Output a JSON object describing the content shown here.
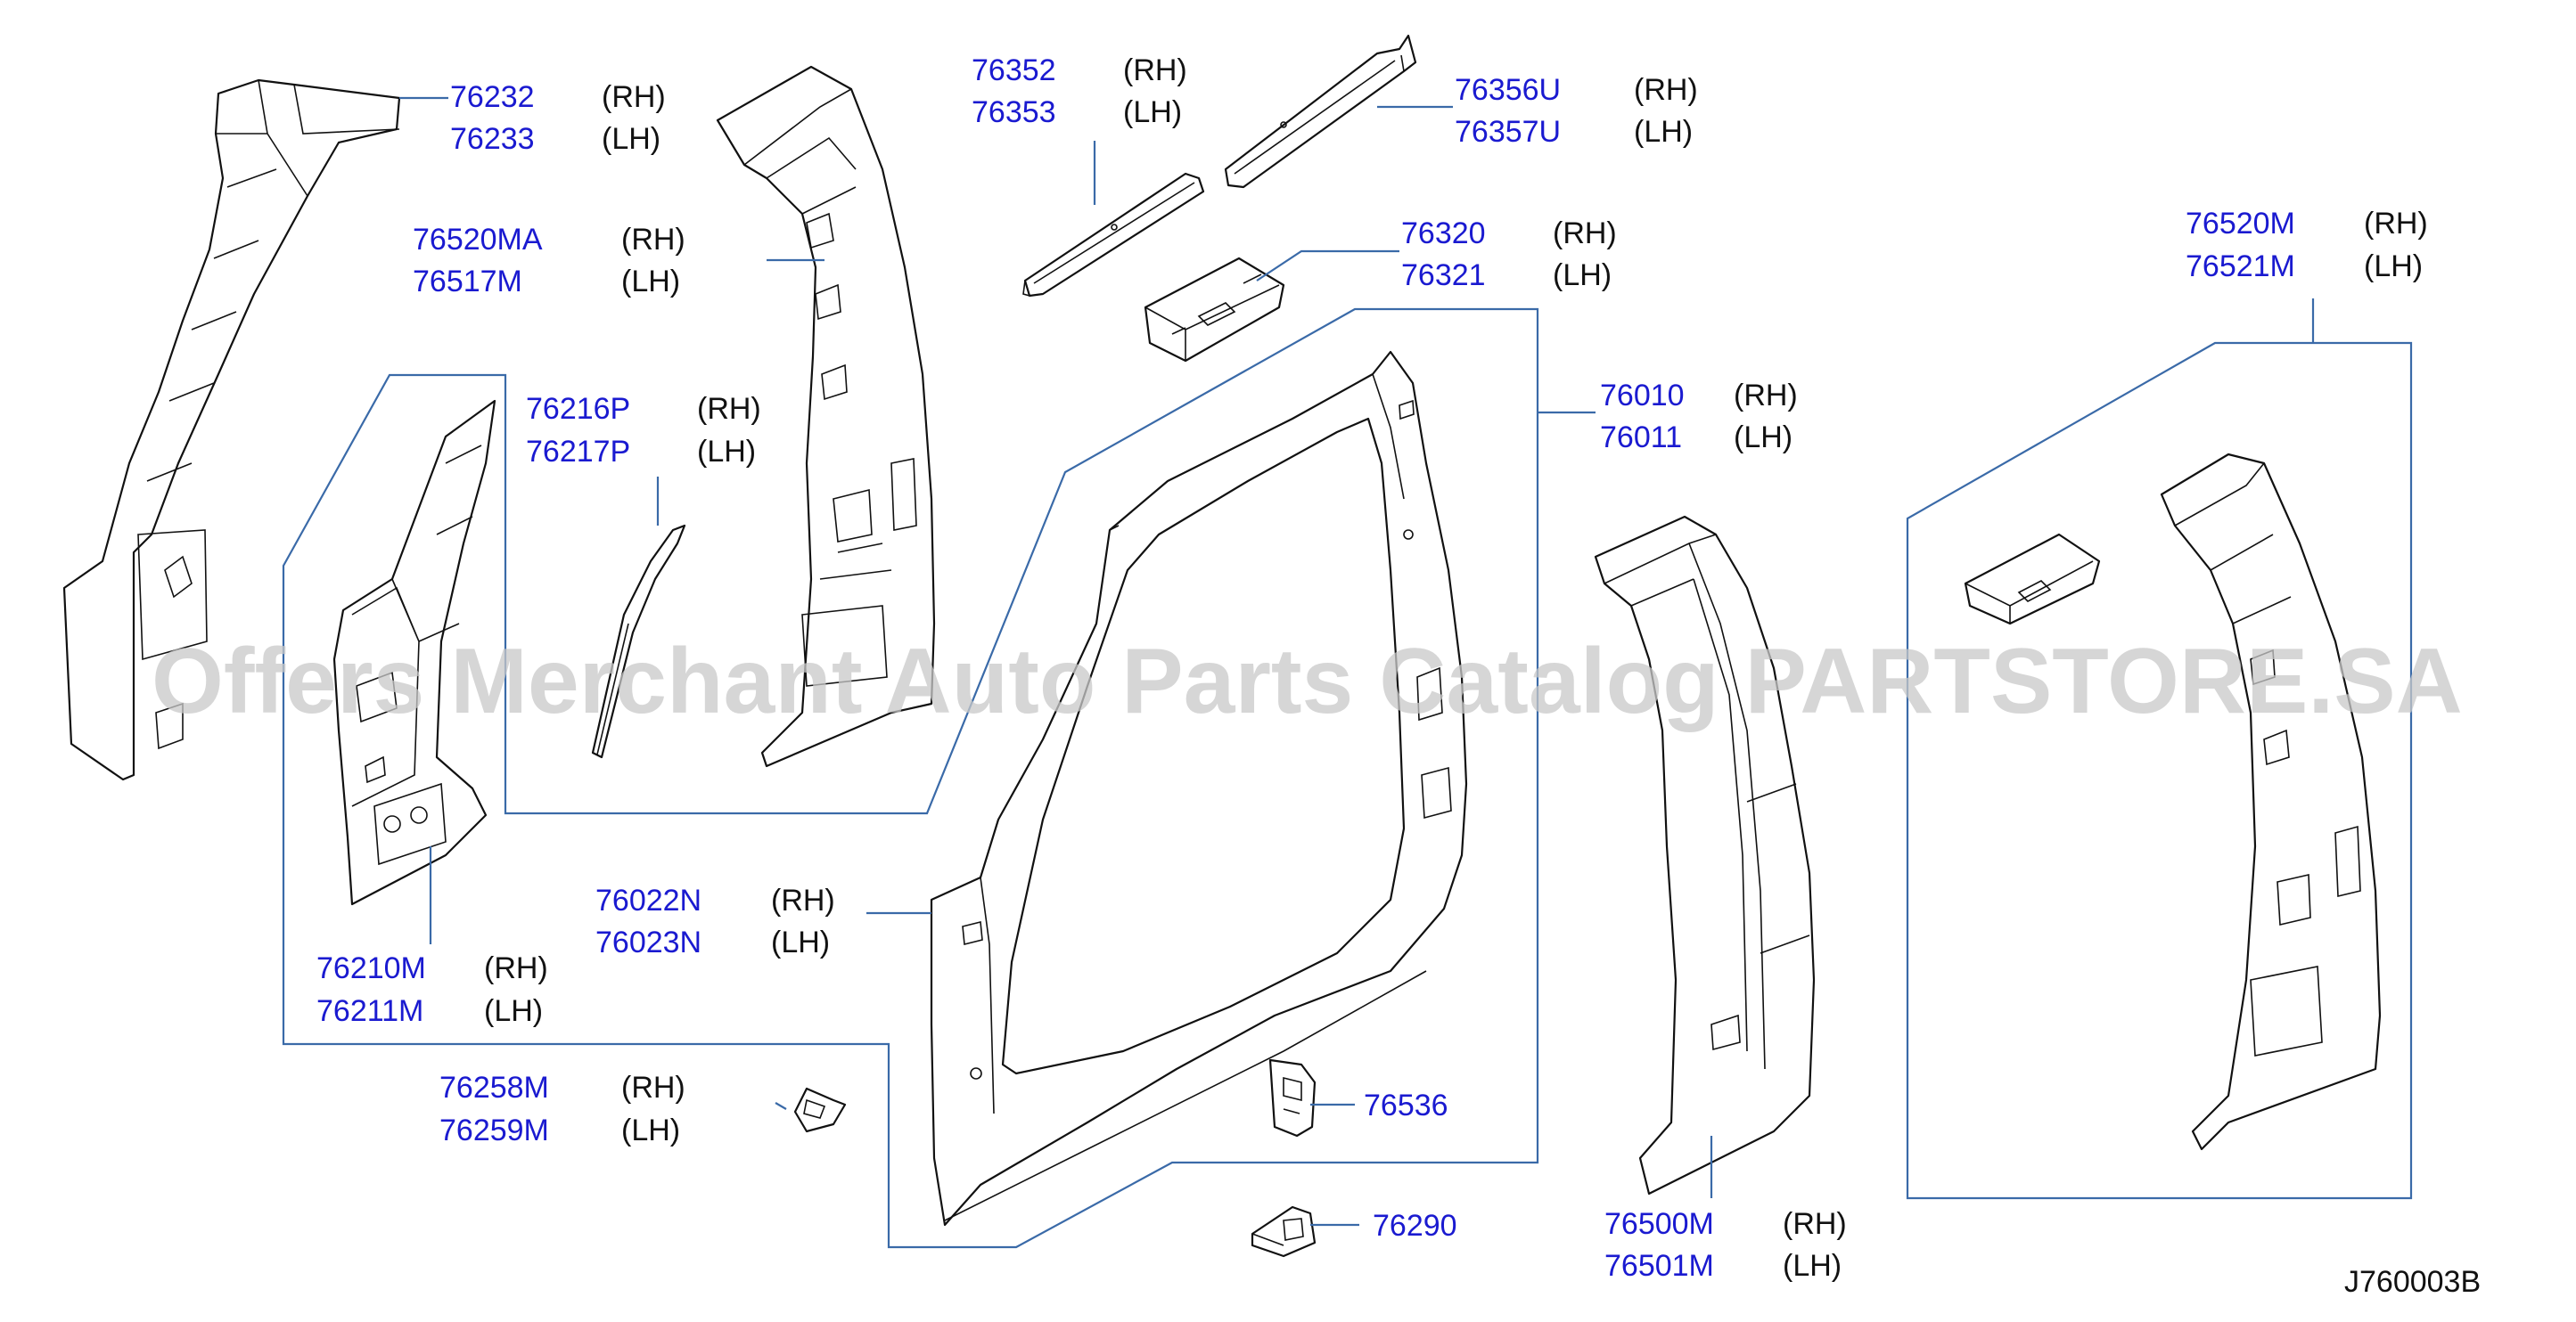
{
  "watermark": "Offers Merchant Auto Parts Catalog PARTSTORE.SA",
  "diagram_ref": "J760003B",
  "callouts": {
    "c76232": {
      "n1": "76232",
      "s1": "(RH)",
      "n2": "76233",
      "s2": "(LH)"
    },
    "c76520MA": {
      "n1": "76520MA",
      "s1": "(RH)",
      "n2": "76517M",
      "s2": "(LH)"
    },
    "c76352": {
      "n1": "76352",
      "s1": "(RH)",
      "n2": "76353",
      "s2": "(LH)"
    },
    "c76356U": {
      "n1": "76356U",
      "s1": "(RH)",
      "n2": "76357U",
      "s2": "(LH)"
    },
    "c76320": {
      "n1": "76320",
      "s1": "(RH)",
      "n2": "76321",
      "s2": "(LH)"
    },
    "c76216P": {
      "n1": "76216P",
      "s1": "(RH)",
      "n2": "76217P",
      "s2": "(LH)"
    },
    "c76010": {
      "n1": "76010",
      "s1": "(RH)",
      "n2": "76011",
      "s2": "(LH)"
    },
    "c76520M": {
      "n1": "76520M",
      "s1": "(RH)",
      "n2": "76521M",
      "s2": "(LH)"
    },
    "c76022N": {
      "n1": "76022N",
      "s1": "(RH)",
      "n2": "76023N",
      "s2": "(LH)"
    },
    "c76210M": {
      "n1": "76210M",
      "s1": "(RH)",
      "n2": "76211M",
      "s2": "(LH)"
    },
    "c76258M": {
      "n1": "76258M",
      "s1": "(RH)",
      "n2": "76259M",
      "s2": "(LH)"
    },
    "c76500M": {
      "n1": "76500M",
      "s1": "(RH)",
      "n2": "76501M",
      "s2": "(LH)"
    },
    "c76536": {
      "n1": "76536"
    },
    "c76290": {
      "n1": "76290"
    }
  },
  "colors": {
    "part_number": "#1a1ad0",
    "leader": "#3a6aa8",
    "outline": "#111111"
  }
}
